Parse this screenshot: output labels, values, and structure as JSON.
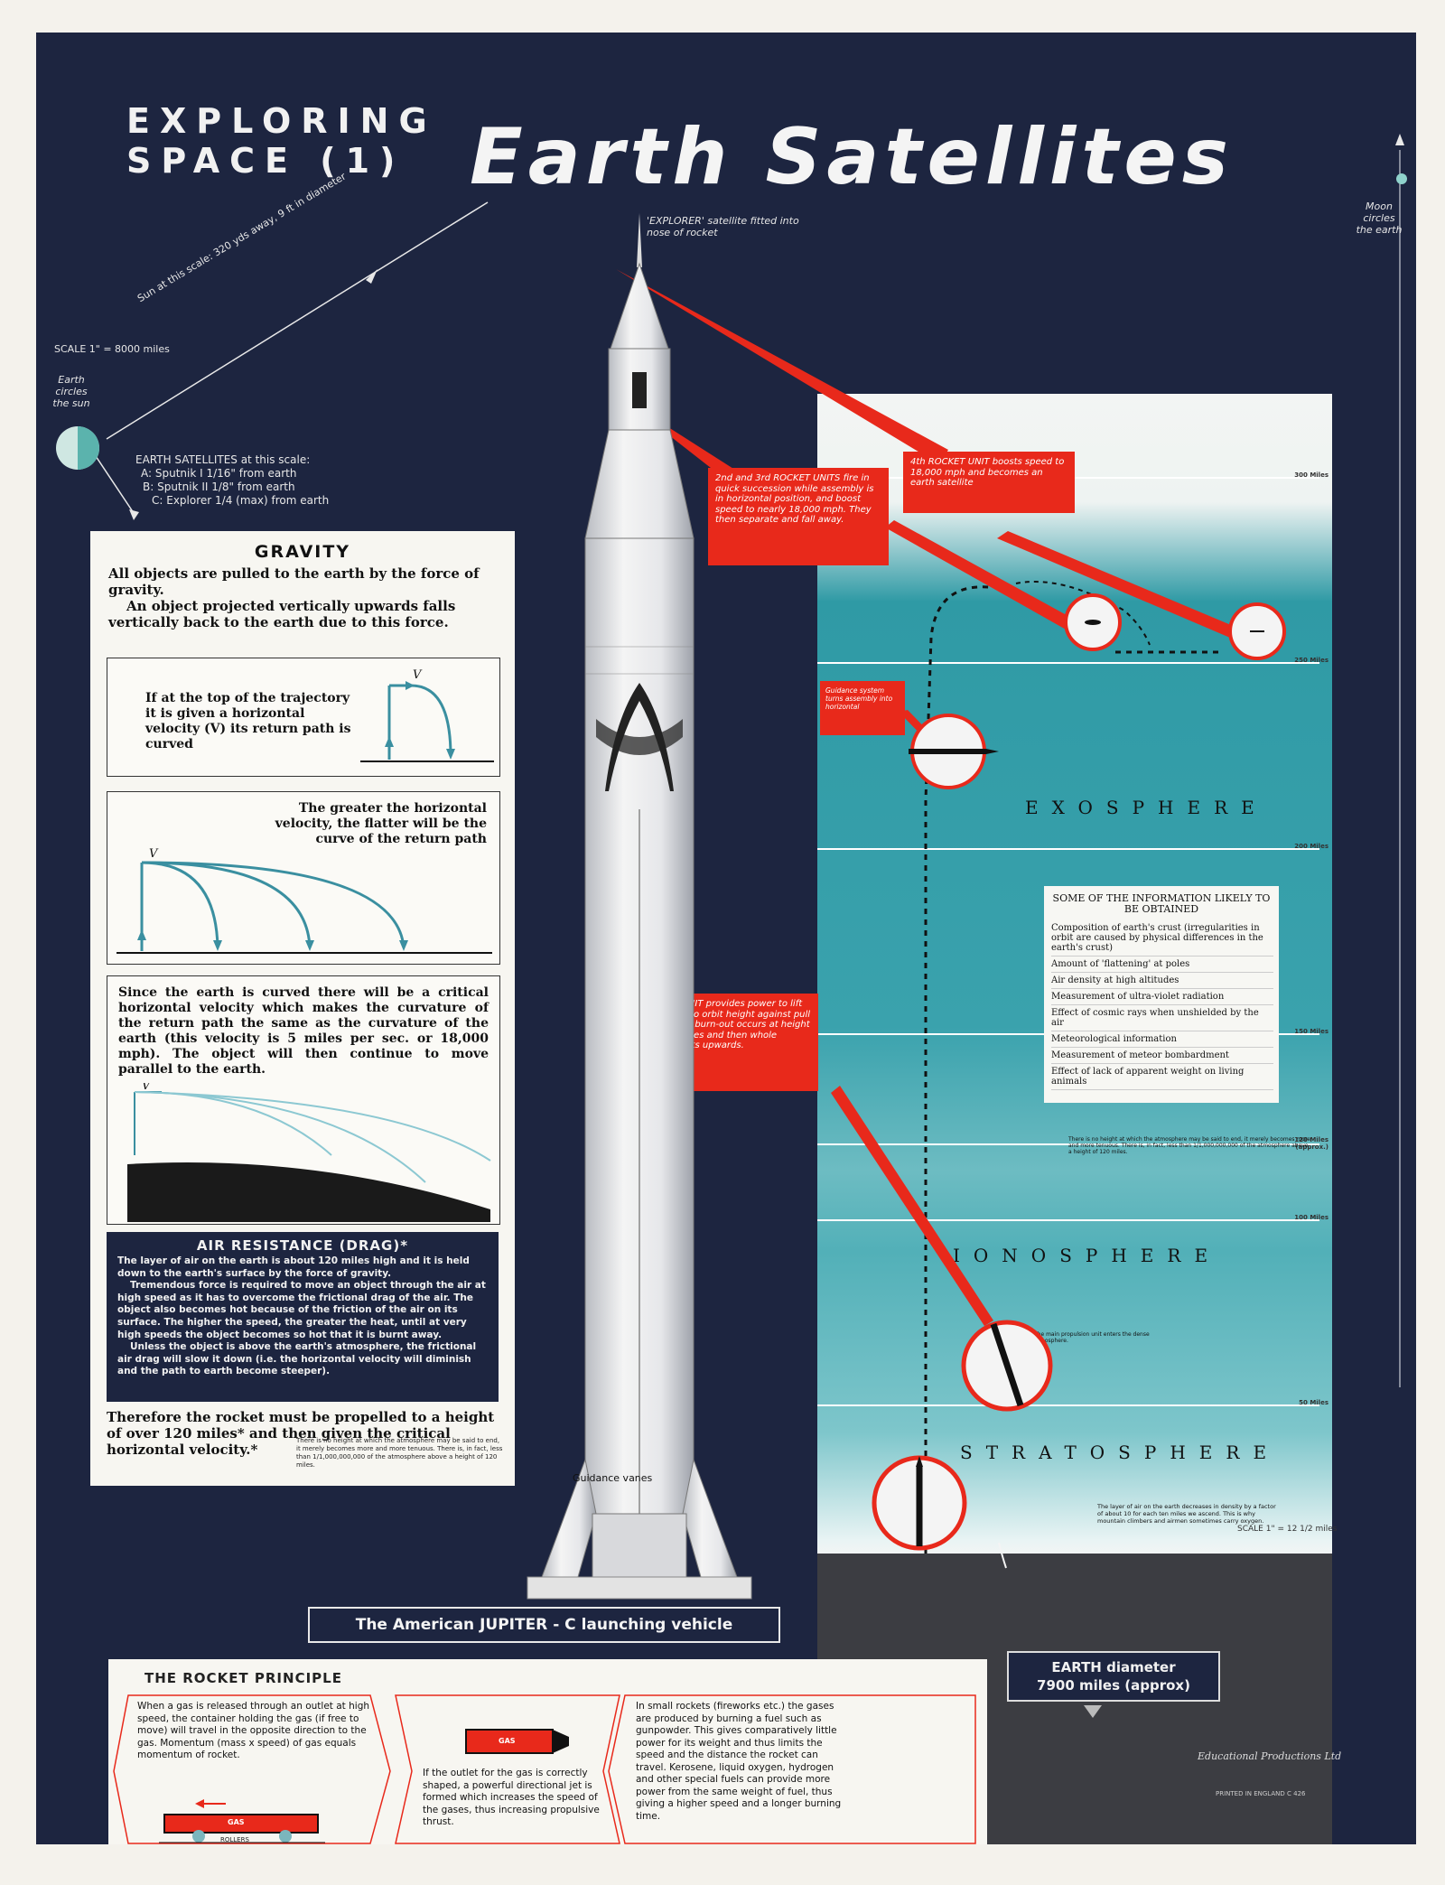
{
  "header": {
    "series_line1": "EXPLORING",
    "series_line2": "SPACE (1)",
    "title": "Earth Satellites"
  },
  "solar": {
    "scale": "SCALE 1\" = 8000 miles",
    "earth_label_1": "Earth",
    "earth_label_2": "circles",
    "earth_label_3": "the sun",
    "sun_note": "Sun at this scale: 320 yds away, 9 ft in diameter",
    "moon_label_1": "Moon",
    "moon_label_2": "circles",
    "moon_label_3": "the earth",
    "satellites_title": "EARTH SATELLITES at this scale:",
    "satellites": [
      "A: Sputnik I 1/16\" from earth",
      "B: Sputnik II 1/8\" from earth",
      "C: Explorer 1/4 (max) from earth"
    ]
  },
  "gravity": {
    "title": "GRAVITY",
    "intro_1": "All objects are pulled to the earth by the force of gravity.",
    "intro_2": "An object projected vertically upwards falls vertically back to the earth due to this force.",
    "box1": "If at the top of the trajectory it is given a horizontal velocity (V) its return path is curved",
    "box2": "The greater the horizontal velocity, the flatter will be the curve of the return path",
    "box3": "Since the earth is curved there will be a critical horizontal velocity which makes the curvature of the return path the same as the curvature of the earth (this velocity is 5 miles per sec. or 18,000 mph). The object will then continue to move parallel to the earth.",
    "v_label": "V",
    "drag_title": "AIR RESISTANCE (DRAG)*",
    "drag_p1": "The layer of air on the earth is about 120 miles high and it is held down to the earth's surface by the force of gravity.",
    "drag_p2": "Tremendous force is required to move an object through the air at high speed as it has to overcome the frictional drag of the air. The object also becomes hot because of the friction of the air on its surface. The higher the speed, the greater the heat, until at very high speeds the object becomes so hot that it is burnt away.",
    "drag_p3": "Unless the object is above the earth's atmosphere, the frictional air drag will slow it down (i.e. the horizontal velocity will diminish and the path to earth become steeper).",
    "therefore": "Therefore the rocket must be propelled to a height of over 120 miles* and then given the critical horizontal velocity.*",
    "footnote": "There is no height at which the atmosphere may be said to end, it merely becomes more and more tenuous. There is, in fact, less than 1/1,000,000,000 of the atmosphere above a height of 120 miles."
  },
  "rocket": {
    "explorer_note": "'EXPLORER' satellite fitted into nose of rocket",
    "guidance_vanes": "Guidance vanes",
    "caption": "The American JUPITER - C launching vehicle"
  },
  "callouts": {
    "stage4": "4th ROCKET UNIT boosts speed to 18,000 mph and becomes an earth satellite",
    "stage23": "2nd and 3rd ROCKET UNITS fire in quick succession while assembly is in horizontal position, and boost speed to nearly 18,000 mph. They then separate and fall away.",
    "guidance": "Guidance system turns assembly into horizontal",
    "stage1": "1st ROCKET UNIT provides power to lift whole system to orbit height against pull of gravity. Fuel burn-out occurs at height of about 60 miles and then whole assembly coasts upwards."
  },
  "atmosphere": {
    "miles": [
      "300 Miles",
      "250 Miles",
      "200 Miles",
      "150 Miles",
      "120 Miles (approx.)",
      "100 Miles",
      "50 Miles"
    ],
    "layers": [
      "EXOSPHERE",
      "IONOSPHERE",
      "STRATOSPHERE"
    ],
    "atmos_note": "There is no height at which the atmosphere may be said to end, it merely becomes more and more tenuous. There is, in fact, less than 1/1,000,000,000 of the atmosphere above a height of 120 miles.",
    "propulsion_note": "The main propulsion unit enters the dense atmosphere.",
    "density_note": "The layer of air on the earth decreases in density by a factor of about 10 for each ten miles we ascend. This is why mountain climbers and airmen sometimes carry oxygen.",
    "scale": "SCALE 1\" = 12 1/2 miles"
  },
  "info": {
    "title": "SOME OF THE INFORMATION LIKELY TO BE OBTAINED",
    "items": [
      "Composition of earth's crust (irregularities in orbit are caused by physical differences in the earth's crust)",
      "Amount of 'flattening' at poles",
      "Air density at high altitudes",
      "Measurement of ultra-violet radiation",
      "Effect of cosmic rays when unshielded by the air",
      "Meteorological information",
      "Measurement of meteor bombardment",
      "Effect of lack of apparent weight on living animals"
    ]
  },
  "earth": {
    "line1": "EARTH diameter",
    "line2": "7900 miles (approx)"
  },
  "principle": {
    "title": "THE ROCKET PRINCIPLE",
    "p1": "When a gas is released through an outlet at high speed, the container holding the gas (if free to move) will travel in the opposite direction to the gas. Momentum (mass x speed) of gas equals momentum of rocket.",
    "gas": "GAS",
    "rollers": "ROLLERS",
    "p2": "If the outlet for the gas is correctly shaped, a powerful directional jet is formed which increases the speed of the gases, thus increasing propulsive thrust.",
    "p3": "In small rockets (fireworks etc.) the gases are produced by burning a fuel such as gunpowder. This gives comparatively little power for its weight and thus limits the speed and the distance the rocket can travel. Kerosene, liquid oxygen, hydrogen and other special fuels can provide more power from the same weight of fuel, thus giving a higher speed and a longer burning time."
  },
  "publisher": {
    "name": "Educational Productions Ltd",
    "printed": "PRINTED IN ENGLAND C 426"
  },
  "colors": {
    "navy": "#1d2540",
    "red": "#e8291b",
    "teal": "#3aa2ad",
    "cream": "#f7f6f1"
  }
}
